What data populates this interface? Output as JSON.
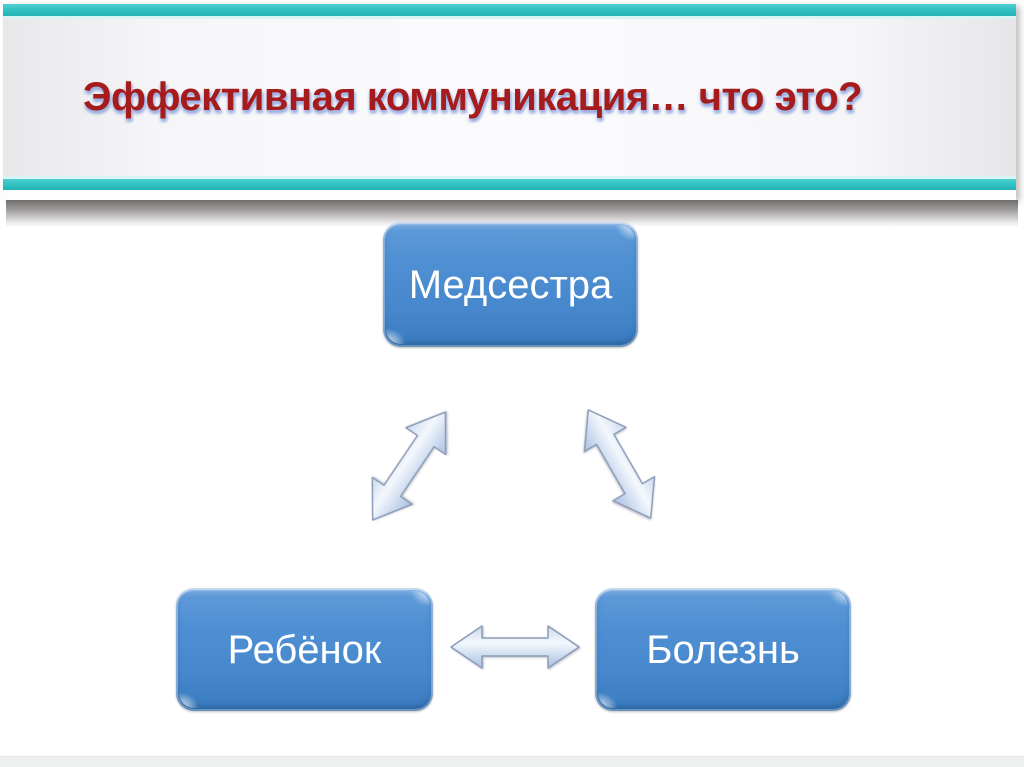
{
  "slide": {
    "title": "Эффективная коммуникация… что это?",
    "theme": {
      "accent_teal": "#2FC0C1",
      "pale_cyan_line": "#D9F4F5",
      "title_color": "#A61B1B",
      "title_shadow": "#96ABE0",
      "node_fill": "#4A8BCE",
      "node_text_color": "#FFFFFF",
      "arrow_fill_light": "#F4F8FD",
      "arrow_fill_dark": "#A9BFE2",
      "arrow_outline": "#8E9CB8"
    },
    "diagram": {
      "nodes": [
        {
          "id": "nurse",
          "label": "Медсестра",
          "position": "top-center"
        },
        {
          "id": "child",
          "label": "Ребёнок",
          "position": "bottom-left"
        },
        {
          "id": "illness",
          "label": "Болезнь",
          "position": "bottom-right"
        }
      ],
      "connections": [
        {
          "from": "nurse",
          "to": "child",
          "style": "double-arrow",
          "orientation": "diagonal"
        },
        {
          "from": "nurse",
          "to": "illness",
          "style": "double-arrow",
          "orientation": "diagonal"
        },
        {
          "from": "child",
          "to": "illness",
          "style": "double-arrow",
          "orientation": "horizontal"
        }
      ]
    }
  }
}
